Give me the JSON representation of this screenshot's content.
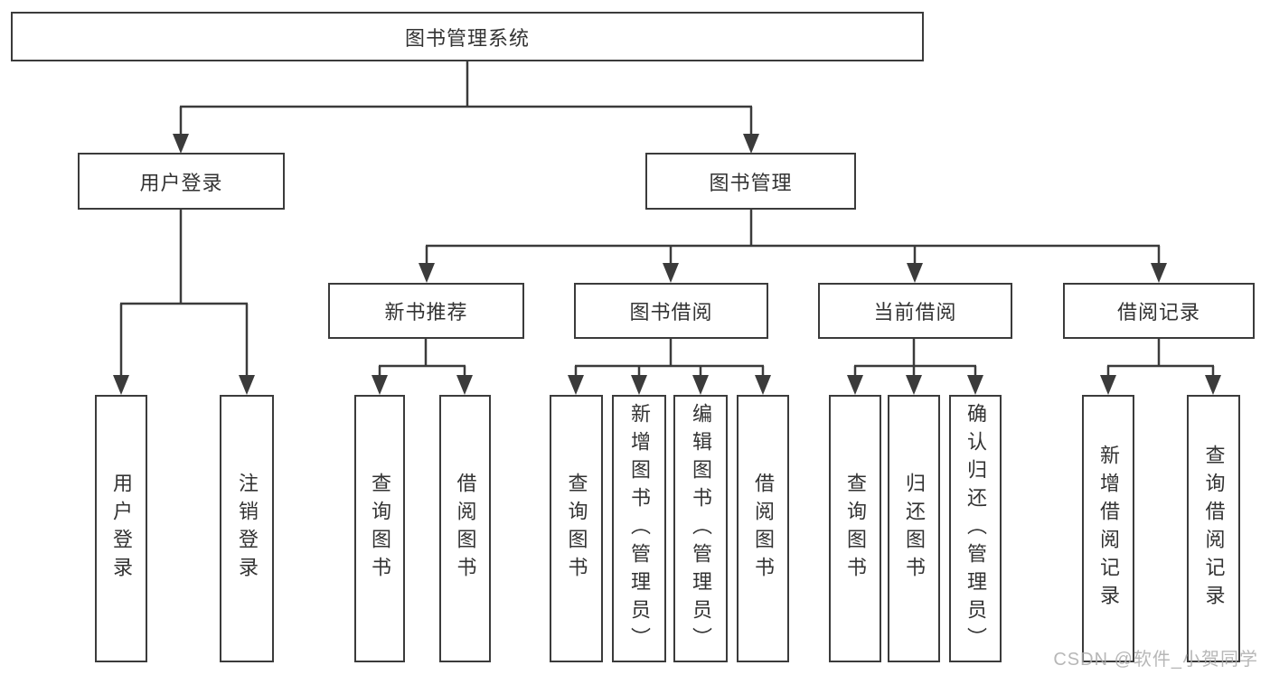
{
  "colors": {
    "line": "#3b3b3b",
    "text": "#333333",
    "box_background": "#ffffff",
    "watermark": "#ababab"
  },
  "tree": {
    "label": "图书管理系统",
    "children": [
      {
        "label": "用户登录",
        "children": [
          {
            "label": "用户登录"
          },
          {
            "label": "注销登录"
          }
        ]
      },
      {
        "label": "图书管理",
        "children": [
          {
            "label": "新书推荐",
            "children": [
              {
                "label": "查询图书"
              },
              {
                "label": "借阅图书"
              }
            ]
          },
          {
            "label": "图书借阅",
            "children": [
              {
                "label": "查询图书"
              },
              {
                "label": "新增图书（管理员）"
              },
              {
                "label": "编辑图书（管理员）"
              },
              {
                "label": "借阅图书"
              }
            ]
          },
          {
            "label": "当前借阅",
            "children": [
              {
                "label": "查询图书"
              },
              {
                "label": "归还图书"
              },
              {
                "label": "确认归还（管理员）"
              }
            ]
          },
          {
            "label": "借阅记录",
            "children": [
              {
                "label": "新增借阅记录"
              },
              {
                "label": "查询借阅记录"
              }
            ]
          }
        ]
      }
    ]
  },
  "watermark": {
    "text": "CSDN @软件_小贺同学"
  }
}
